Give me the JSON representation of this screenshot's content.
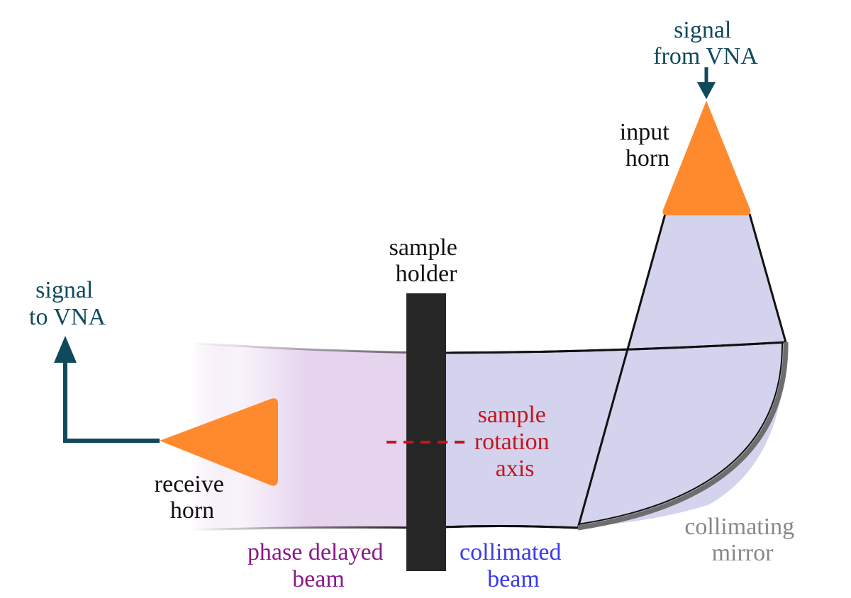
{
  "labels": {
    "signal_from_vna": [
      "signal",
      "from VNA"
    ],
    "input_horn": [
      "input",
      "horn"
    ],
    "sample_holder": [
      "sample",
      "holder"
    ],
    "signal_to_vna": [
      "signal",
      "to VNA"
    ],
    "sample_rotation_axis": [
      "sample",
      "rotation",
      "axis"
    ],
    "receive_horn": [
      "receive",
      "horn"
    ],
    "phase_delayed_beam": [
      "phase delayed",
      "beam"
    ],
    "collimated_beam": [
      "collimated",
      "beam"
    ],
    "collimating_mirror": [
      "collimating",
      "mirror"
    ]
  },
  "colors": {
    "signal_arrow": "#0f4a5c",
    "horn": "#ff8a2e",
    "collimated_beam": "#d3d3ee",
    "phase_delayed_beam": "#e6d3ee",
    "sample_holder": "#262626",
    "rotation_axis": "#c4151c",
    "phase_delayed_text": "#8b1a8b",
    "collimated_text": "#3a3aee",
    "mirror": "#6e6e6e",
    "mirror_text": "#888888",
    "outline": "#111111"
  },
  "icons": {
    "input_arrow": "arrow-down-icon",
    "output_arrow": "arrow-up-icon"
  }
}
